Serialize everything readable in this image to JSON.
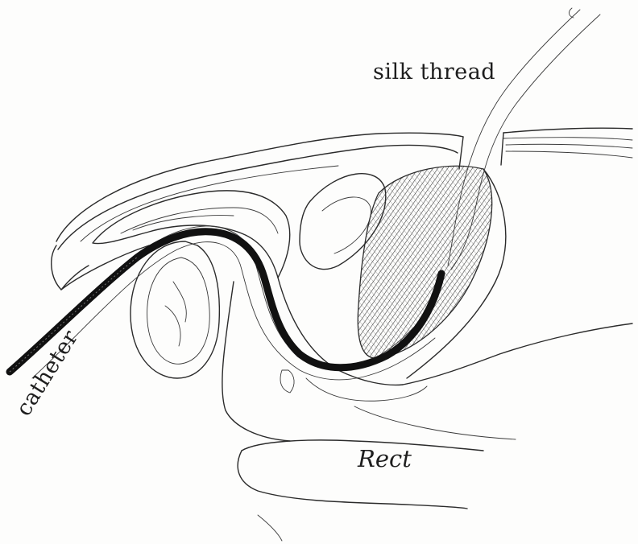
{
  "labels": {
    "silk_thread": "silk thread",
    "catheter": "catheter",
    "rectum": "Rect"
  },
  "colors": {
    "ink": "#2b2b2b",
    "catheter": "#111111",
    "background": "#fdfdfc"
  }
}
